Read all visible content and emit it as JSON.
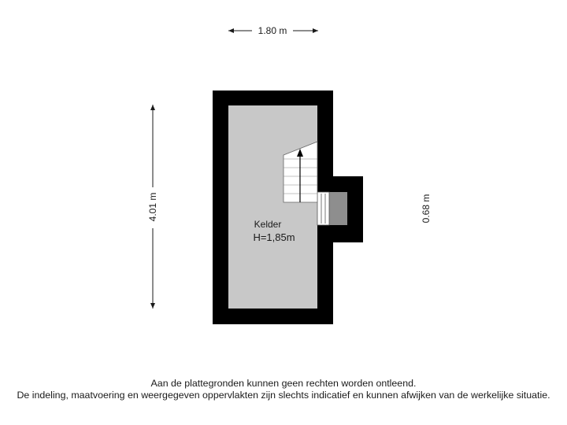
{
  "dimensions": {
    "width": "1.80 m",
    "depth": "4.01 m",
    "niche": "0.68 m"
  },
  "room": {
    "name": "Kelder",
    "height": "H=1,85m"
  },
  "colors": {
    "wall": "#000000",
    "floor": "#c8c8c8",
    "niche_floor": "#8e8e8e",
    "stair": "#ffffff"
  },
  "disclaimer": {
    "line1": "Aan de plattegronden kunnen geen rechten worden ontleend.",
    "line2": "De indeling, maatvoering en weergegeven oppervlakten zijn slechts indicatief en kunnen afwijken van de werkelijke situatie."
  }
}
